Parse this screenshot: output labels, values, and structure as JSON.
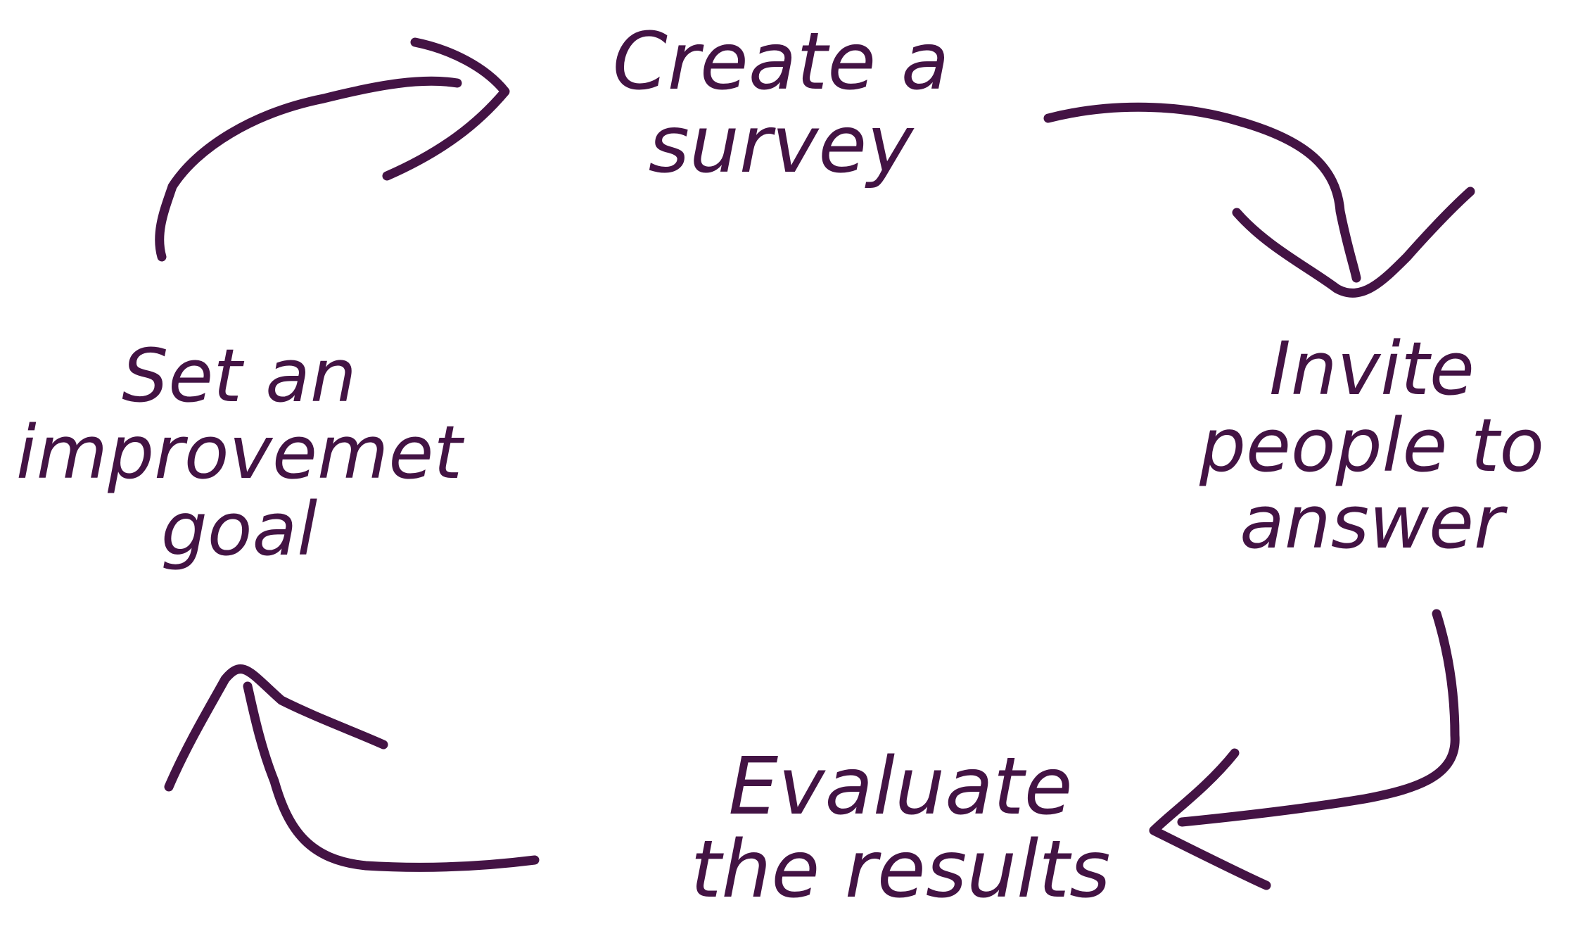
{
  "diagram": {
    "type": "cycle",
    "ink_color": "#431344",
    "background": "#ffffff",
    "steps": [
      {
        "id": "create",
        "label": "Create a\nsurvey"
      },
      {
        "id": "invite",
        "label": "Invite\npeople to\nanswer"
      },
      {
        "id": "evaluate",
        "label": "Evaluate\nthe results"
      },
      {
        "id": "goal",
        "label": "Set an\nimprovemet\ngoal"
      }
    ],
    "edges": [
      {
        "from": "goal",
        "to": "create"
      },
      {
        "from": "create",
        "to": "invite"
      },
      {
        "from": "invite",
        "to": "evaluate"
      },
      {
        "from": "evaluate",
        "to": "goal"
      }
    ]
  }
}
